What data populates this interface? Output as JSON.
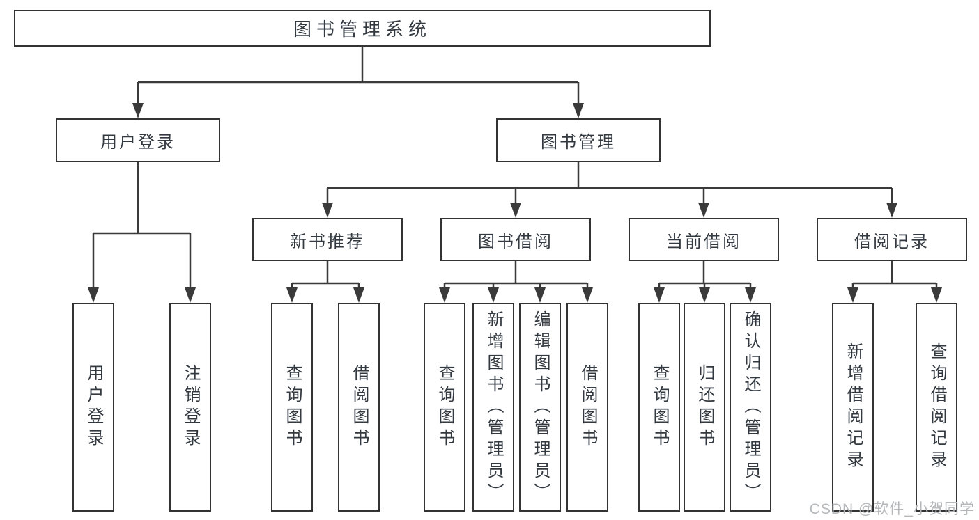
{
  "diagram": {
    "title": "图书管理系统",
    "level2": [
      {
        "label": "用户登录"
      },
      {
        "label": "图书管理"
      }
    ],
    "level3": [
      {
        "label": "新书推荐"
      },
      {
        "label": "图书借阅"
      },
      {
        "label": "当前借阅"
      },
      {
        "label": "借阅记录"
      }
    ],
    "leaves": [
      {
        "label": "用户登录"
      },
      {
        "label": "注销登录"
      },
      {
        "label": "查询图书"
      },
      {
        "label": "借阅图书"
      },
      {
        "label": "查询图书"
      },
      {
        "label": "新增图书（管理员）"
      },
      {
        "label": "编辑图书（管理员）"
      },
      {
        "label": "借阅图书"
      },
      {
        "label": "查询图书"
      },
      {
        "label": "归还图书"
      },
      {
        "label": "确认归还（管理员）"
      },
      {
        "label": "新增借阅记录"
      },
      {
        "label": "查询借阅记录"
      }
    ],
    "colors": {
      "line": "#3a3a3a",
      "box_border": "#333333",
      "text": "#333940",
      "background": "#ffffff"
    }
  },
  "watermark": {
    "text": "CSDN @软件_小贺同学",
    "color": "#b5b8bb"
  }
}
